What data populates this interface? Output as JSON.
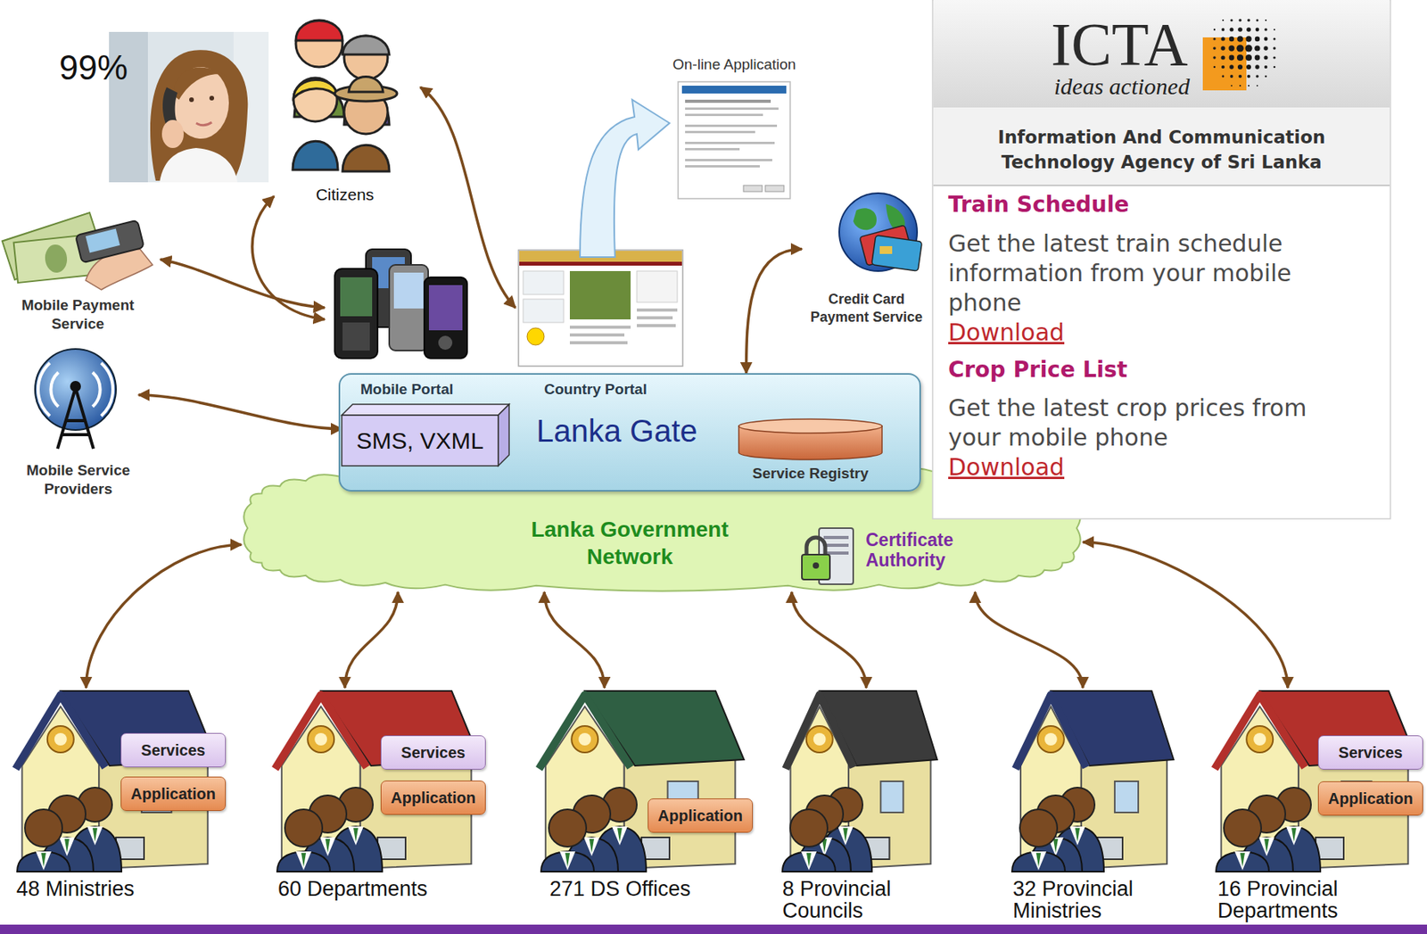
{
  "diagram": {
    "nodes": [
      {
        "text": [
          "Citizens"
        ]
      },
      {
        "text": [
          "Mobile Payment Service"
        ]
      },
      {
        "text": [
          "Credit Card Payment Service"
        ]
      },
      {
        "text": [
          "Mobile Portal",
          "Country Portal",
          "Lanka Gate"
        ]
      },
      {
        "text": [
          "SMS, VXML"
        ],
        "in": 3
      },
      {
        "text": [
          "Service Registry"
        ],
        "in": 3
      },
      {
        "text": [
          "Mobile Service Providers"
        ]
      },
      {
        "text": [
          "ICTA",
          "ideas actioned",
          "Information And Communication Technology Agency of Sri Lanka",
          "Train Schedule",
          "Get the latest train schedule information from your mobile phone",
          "Download",
          "Crop Price List",
          "Get the latest crop prices from your mobile phone",
          "Download"
        ]
      },
      {
        "text": [
          "Lanka Government Network"
        ]
      },
      {
        "text": [
          "Certificate Authority"
        ],
        "in": 8
      },
      {
        "text": [
          "48 Ministries"
        ]
      },
      {
        "text": [
          "Services"
        ],
        "in": 10
      },
      {
        "text": [
          "Application"
        ],
        "in": 10
      },
      {
        "text": [
          "60 Departments"
        ]
      },
      {
        "text": [
          "Services"
        ],
        "in": 13
      },
      {
        "text": [
          "Application"
        ],
        "in": 13
      },
      {
        "text": [
          "271 DS Offices"
        ]
      },
      {
        "text": [
          "Application"
        ],
        "in": 16
      },
      {
        "text": [
          "8 Provincial Councils"
        ]
      },
      {
        "text": [
          "32 Provincial Ministries"
        ]
      },
      {
        "text": [
          "16 Provincial Departments"
        ]
      },
      {
        "text": [
          "Services"
        ],
        "in": 20
      },
      {
        "text": [
          "Application"
        ],
        "in": 20
      }
    ],
    "edges": [
      {
        "from": 6,
        "to": 4,
        "arrow": "both"
      },
      {
        "from": 2,
        "to": 3,
        "arrow": "both"
      },
      {
        "from": 8,
        "to": 10,
        "arrow": "both"
      },
      {
        "from": 8,
        "to": 13,
        "arrow": "both"
      },
      {
        "from": 8,
        "to": 16,
        "arrow": "both"
      },
      {
        "from": 8,
        "to": 18,
        "arrow": "both"
      },
      {
        "from": 8,
        "to": 19,
        "arrow": "both"
      },
      {
        "from": 8,
        "to": 20,
        "arrow": "both"
      }
    ],
    "labels": [
      "99%",
      "On-line Application"
    ]
  }
}
